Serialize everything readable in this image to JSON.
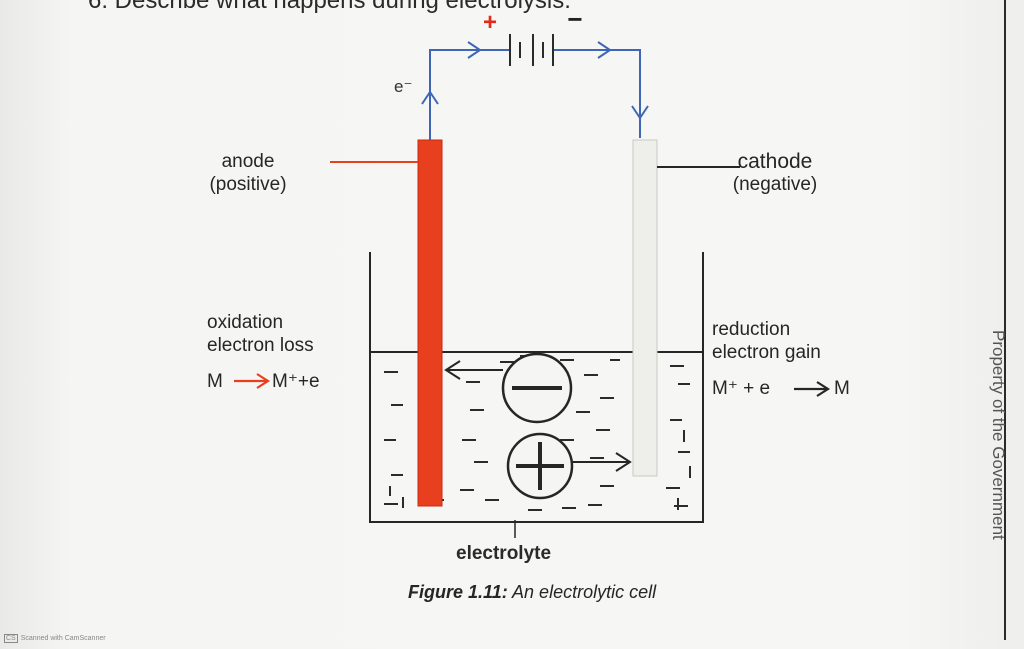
{
  "page": {
    "cropped_heading": "6. Describe what happens during electrolysis."
  },
  "battery": {
    "positive_sign": "+",
    "negative_sign": "−"
  },
  "electron_label": "e⁻",
  "anode": {
    "line1": "anode",
    "line2": "(positive)",
    "color": "#e8401e"
  },
  "cathode": {
    "line1": "cathode",
    "line2": "(negative)",
    "color": "#ededea"
  },
  "oxidation": {
    "line1": "oxidation",
    "line2": "electron loss",
    "eq_left": "M",
    "eq_right": "M⁺+e"
  },
  "reduction": {
    "line1": "reduction",
    "line2": "electron gain",
    "eq_left": "M⁺ + e",
    "eq_right": "M"
  },
  "ions": {
    "negative_sign": "−",
    "positive_sign": "+"
  },
  "electrolyte_label": "electrolyte",
  "caption": {
    "figure": "Figure 1.11:",
    "text": " An electrolytic cell"
  },
  "margin_text": "Property of the Government",
  "scanner_mark": "Scanned with CamScanner",
  "colors": {
    "wire": "#3f66b5",
    "arrow_red": "#e8401e",
    "plus_red": "#e02a1a"
  }
}
